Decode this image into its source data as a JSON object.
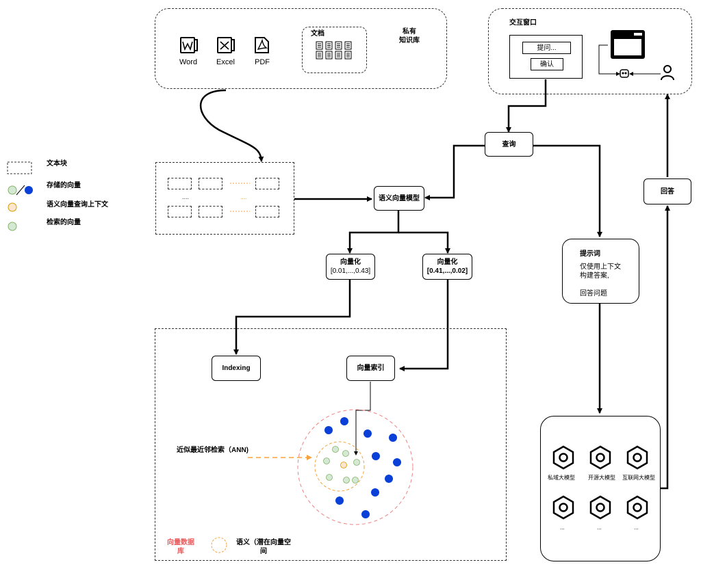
{
  "sources": {
    "word": "Word",
    "excel": "Excel",
    "pdf": "PDF",
    "docs_title": "文档",
    "private_kb": "私有\n知识库"
  },
  "interaction": {
    "title": "交互窗口",
    "ask_button": "提问...",
    "confirm_button": "确认"
  },
  "legend": {
    "text_block": "文本块",
    "stored_vector": "存储的向量",
    "semantic_query_context": "语义向量查询上下文",
    "retrieved_vector": "检索的向量"
  },
  "flow": {
    "query": "查询",
    "embedding_model": "语义向量模型",
    "vectorize_left_title": "向量化",
    "vectorize_left_value": "[0.01,...,0.43]",
    "vectorize_right_title": "向量化",
    "vectorize_right_value": "[0.41,...,0.02]",
    "indexing": "Indexing",
    "vector_index": "向量索引",
    "ann": "近似最近邻检索（ANN)",
    "prompt_title": "提示词",
    "prompt_body": "仅使用上下文\n构建答案,\n\n回答问题",
    "answer": "回答"
  },
  "vector_db": {
    "label": "向量数据\n库",
    "semantic_space": "语义（潜在向量空\n间"
  },
  "models": {
    "items": [
      "私域大模型",
      "开源大模型",
      "互联网大模型",
      "...",
      "...",
      "..."
    ]
  },
  "colors": {
    "stored_vector": "#0a3fd8",
    "retrieved_vector": "#d5e8d4",
    "query_vector": "#ffe6cc",
    "ann_arrow": "#f5a340",
    "db_label": "#e85c5c",
    "vector_space_circle": "#f08080"
  }
}
